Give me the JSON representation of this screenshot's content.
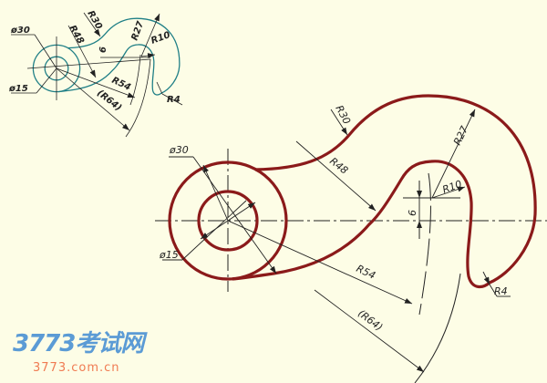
{
  "colors": {
    "background": "#fdfde6",
    "main_outline": "#8b1a1a",
    "thumbnail_outline": "#1f7f86",
    "dimension": "#222222"
  },
  "labels": {
    "d30": "ø30",
    "d15": "ø15",
    "r30": "R30",
    "r48": "R48",
    "r27": "R27",
    "r10": "R10",
    "r54": "R54",
    "r64": "(R64)",
    "r4": "R4",
    "six": "6"
  },
  "watermark": {
    "title": "3773考试网",
    "url": "3773.com.cn"
  }
}
